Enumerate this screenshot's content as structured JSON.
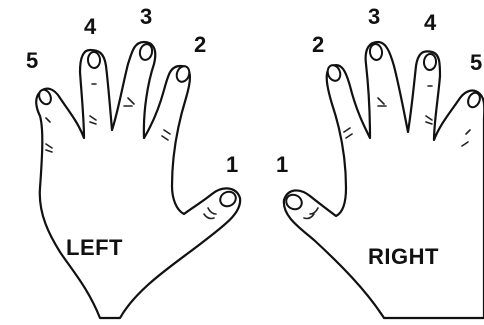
{
  "hands": {
    "left": {
      "label": "LEFT",
      "fingers": [
        {
          "number": "1"
        },
        {
          "number": "2"
        },
        {
          "number": "3"
        },
        {
          "number": "4"
        },
        {
          "number": "5"
        }
      ]
    },
    "right": {
      "label": "RIGHT",
      "fingers": [
        {
          "number": "1"
        },
        {
          "number": "2"
        },
        {
          "number": "3"
        },
        {
          "number": "4"
        },
        {
          "number": "5"
        }
      ]
    }
  },
  "colors": {
    "line": "#111111",
    "background": "#ffffff"
  }
}
